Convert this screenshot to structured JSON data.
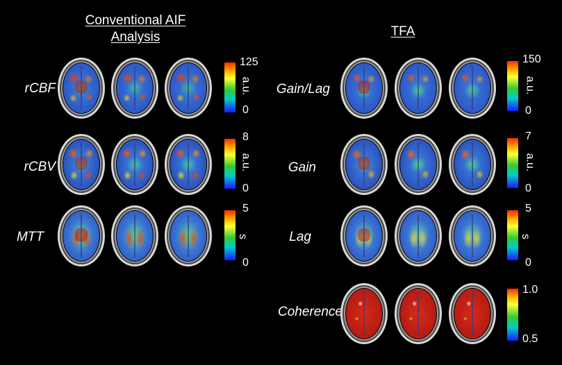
{
  "headings": {
    "left": "Conventional AIF Analysis",
    "right": "TFA"
  },
  "left_rows": [
    {
      "label": "rCBF",
      "cbar_max": "125",
      "cbar_min": "0",
      "unit": "a.u."
    },
    {
      "label": "rCBV",
      "cbar_max": "8",
      "cbar_min": "0",
      "unit": "a.u."
    },
    {
      "label": "MTT",
      "cbar_max": "5",
      "cbar_min": "0",
      "unit": "s"
    }
  ],
  "right_rows": [
    {
      "label": "Gain/Lag",
      "cbar_max": "150",
      "cbar_min": "0",
      "unit": "a.u."
    },
    {
      "label": "Gain",
      "cbar_max": "7",
      "cbar_min": "0",
      "unit": "a.u."
    },
    {
      "label": "Lag",
      "cbar_max": "5",
      "cbar_min": "0",
      "unit": "s"
    },
    {
      "label": "Coherence",
      "cbar_max": "1.0",
      "cbar_min": "0.5",
      "unit": ""
    }
  ],
  "colors": {
    "background": "#000000",
    "text": "#ffffff",
    "colormap": [
      "#1a1aff",
      "#00cccc",
      "#33cc33",
      "#ffff33",
      "#ffb000",
      "#ff2a00"
    ]
  }
}
